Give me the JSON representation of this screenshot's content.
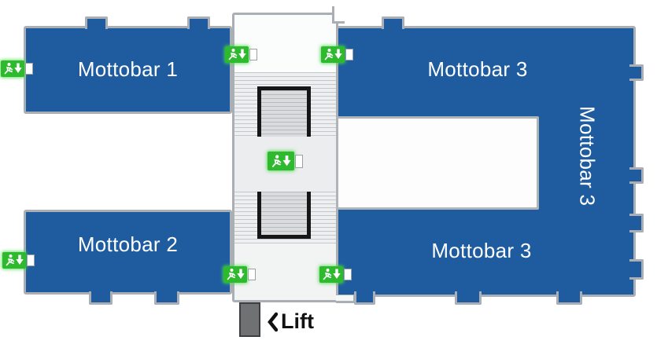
{
  "floorplan": {
    "rooms": {
      "room1": {
        "label": "Mottobar 1"
      },
      "room2": {
        "label": "Mottobar 2"
      },
      "room3_top": {
        "label": "Mottobar 3"
      },
      "room3_bottom": {
        "label": "Mottobar 3"
      },
      "room3_right": {
        "label": "Mottobar 3"
      }
    },
    "lift": {
      "label": "Lift"
    },
    "icons": {
      "exit_sign": "emergency-exit-running-man-with-down-arrow",
      "lift_arrow": "left-chevron-arrow"
    },
    "colors": {
      "room_fill": "#1e5c9f",
      "wall": "#a9afb4",
      "corridor": "#f6f7f7",
      "exit_green": "#2eb92e",
      "stair_rail": "#161616",
      "lift_shaft": "#6f7173",
      "room_text": "#ffffff",
      "lift_text": "#111111"
    }
  }
}
